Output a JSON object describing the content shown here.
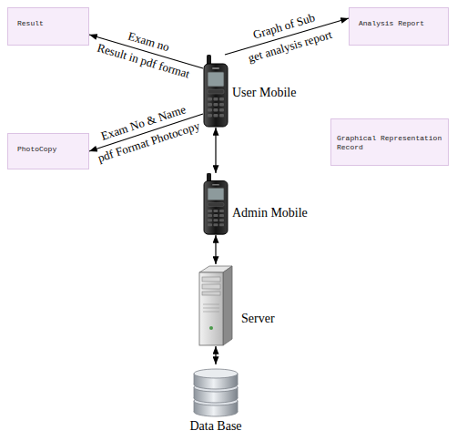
{
  "diagram": {
    "nodes": [
      {
        "text": [
          "Result"
        ]
      },
      {
        "text": [
          "Analysis Report"
        ]
      },
      {
        "text": [
          "User Mobile"
        ]
      },
      {
        "text": [
          "PhotoCopy"
        ]
      },
      {
        "text": [
          "Graphical Representation Record"
        ]
      },
      {
        "text": [
          "Admin Mobile"
        ]
      },
      {
        "text": [
          "Server"
        ]
      },
      {
        "text": [
          "Data Base"
        ]
      }
    ],
    "edges": [
      {
        "from": 2,
        "to": 0,
        "arrow": "to",
        "label": "Exam no"
      },
      {
        "from": 2,
        "to": 1,
        "arrow": "to",
        "label": "Graph of Sub"
      },
      {
        "from": 2,
        "to": 3,
        "arrow": "to",
        "label": "Exam No & Name"
      },
      {
        "from": 2,
        "to": 5,
        "arrow": "both"
      },
      {
        "from": 5,
        "to": 6,
        "arrow": "both"
      },
      {
        "from": 6,
        "to": 7,
        "arrow": "both"
      }
    ],
    "labels": [
      "Result in pdf format",
      "get analysis report",
      "pdf Format Photocopy"
    ]
  }
}
